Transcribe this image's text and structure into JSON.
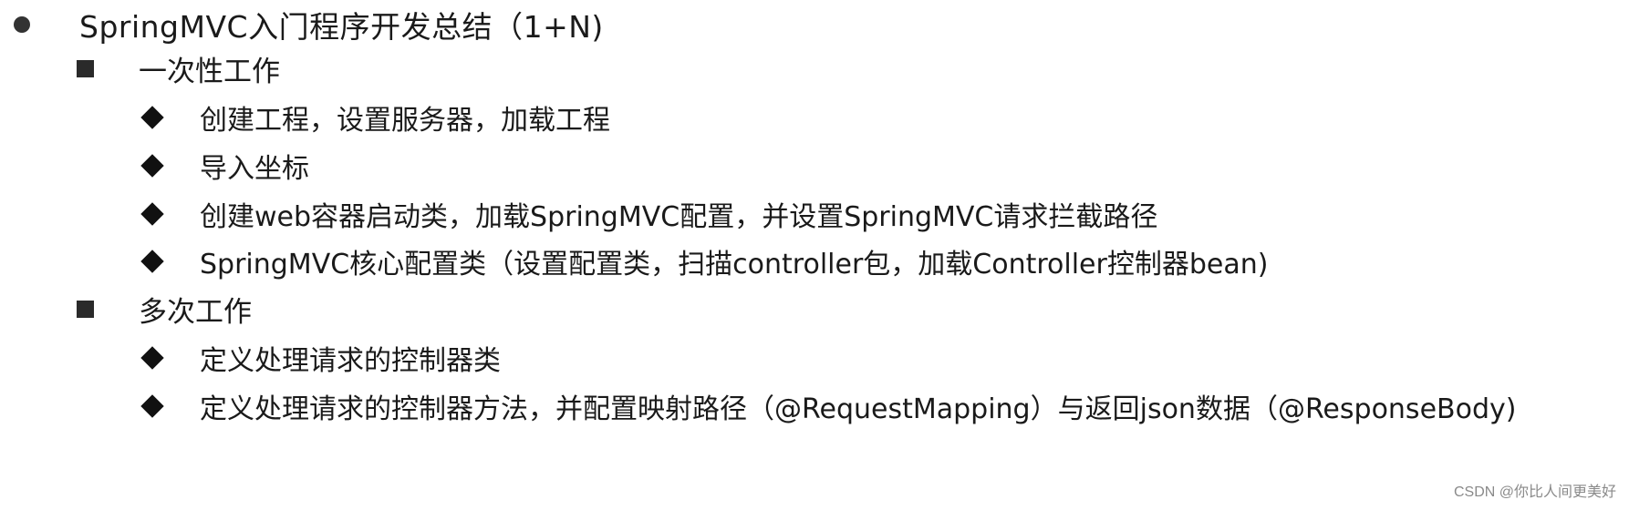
{
  "outline": {
    "title": "SpringMVC入门程序开发总结（1+N)",
    "sections": [
      {
        "heading": "一次性工作",
        "items": [
          "创建工程，设置服务器，加载工程",
          "导入坐标",
          "创建web容器启动类，加载SpringMVC配置，并设置SpringMVC请求拦截路径",
          "SpringMVC核心配置类（设置配置类，扫描controller包，加载Controller控制器bean)"
        ]
      },
      {
        "heading": "多次工作",
        "items": [
          "定义处理请求的控制器类",
          "定义处理请求的控制器方法，并配置映射路径（@RequestMapping）与返回json数据（@ResponseBody)"
        ]
      }
    ]
  },
  "watermark": "CSDN @你比人间更美好",
  "icons": {
    "level1": "circle-bullet-icon",
    "level2": "square-bullet-icon",
    "level3": "diamond-bullet-icon"
  }
}
